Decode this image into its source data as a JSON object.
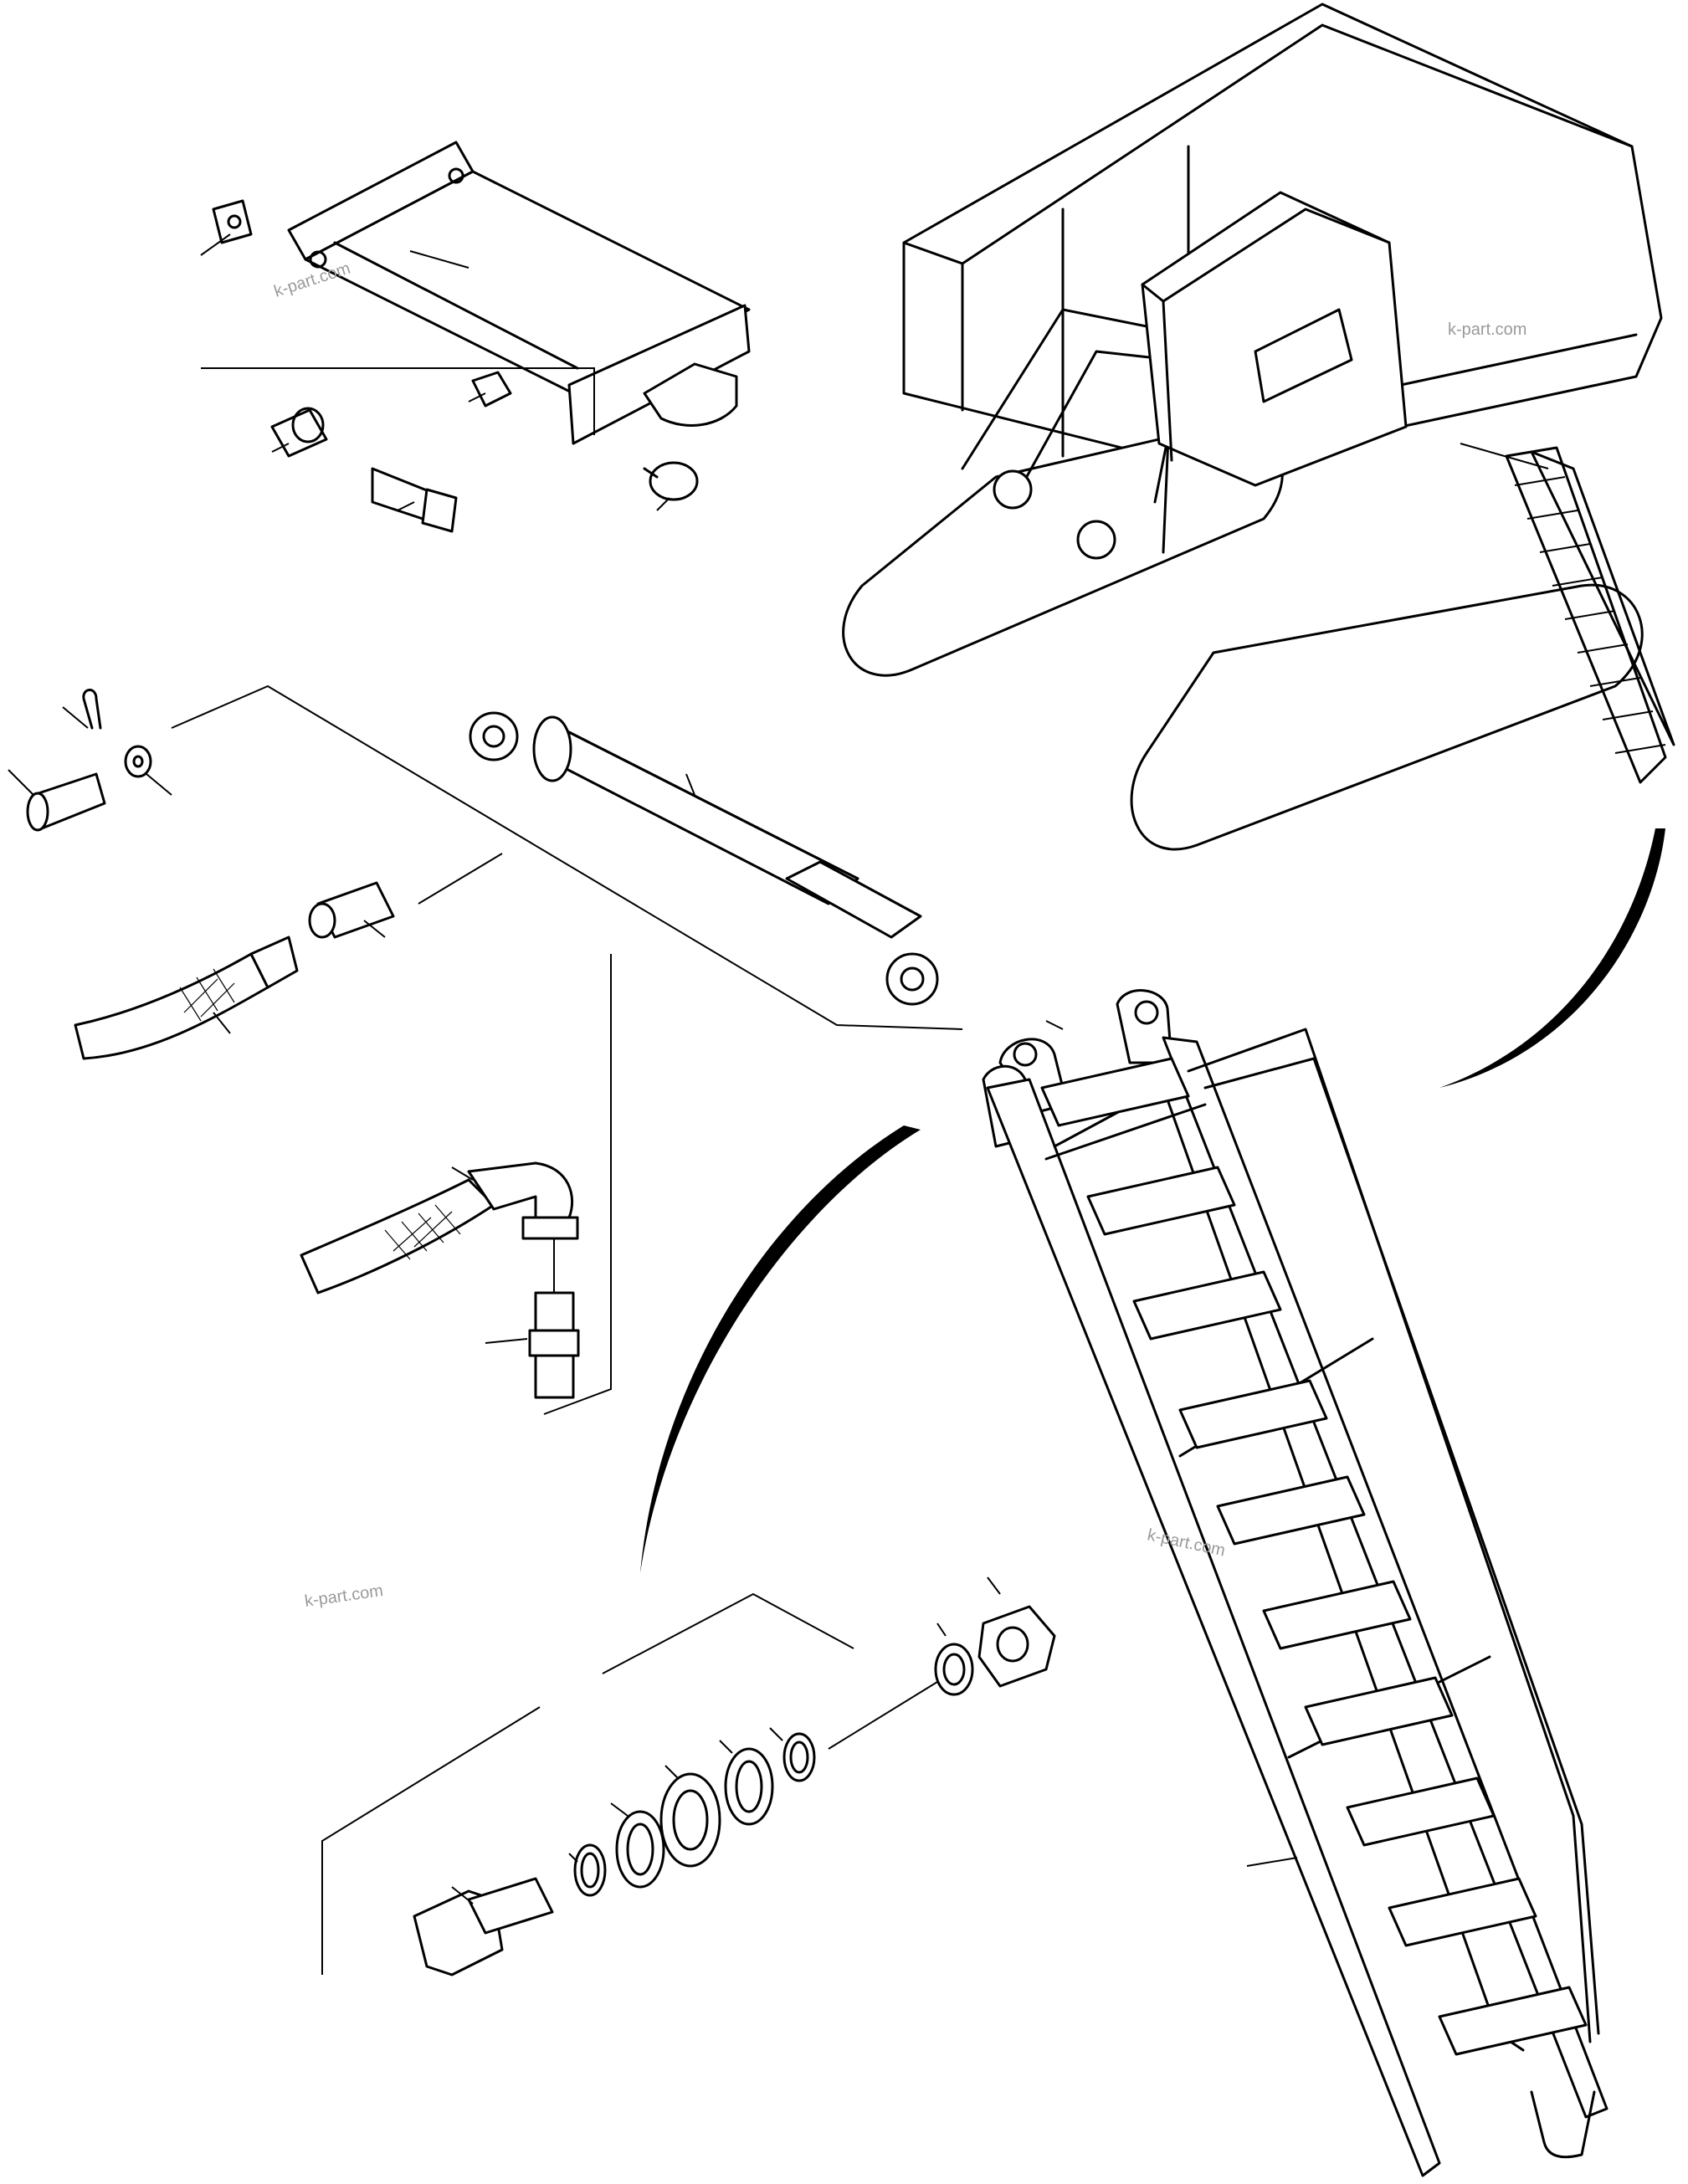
{
  "watermarks": {
    "wm1": "k-part.com",
    "wm2": "k-part.com",
    "wm3": "k-part.com",
    "wm4": "k-part.com"
  },
  "colors": {
    "line": "#000000",
    "background": "#ffffff",
    "watermark": "#9a9a9a"
  }
}
